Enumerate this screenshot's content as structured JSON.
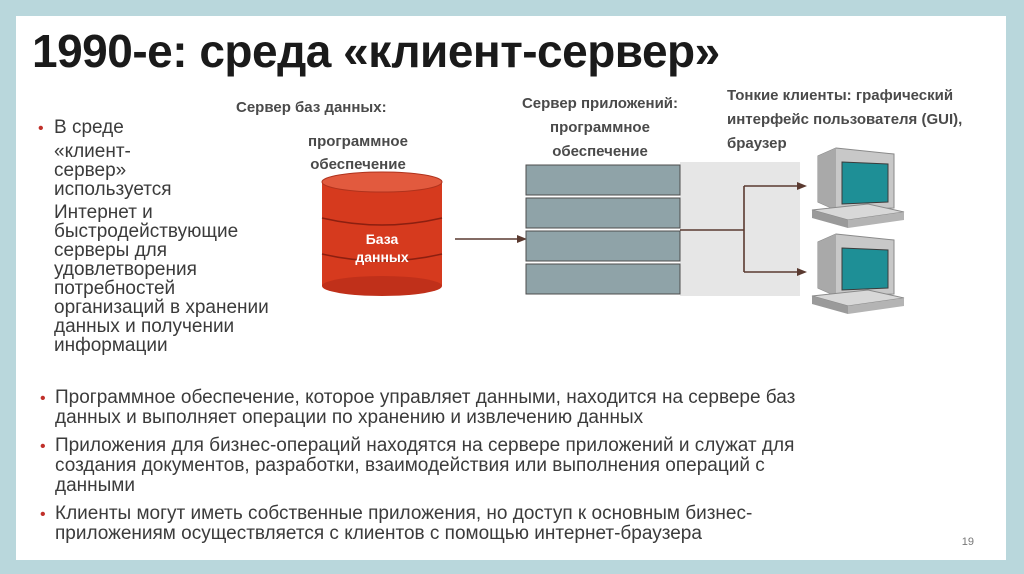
{
  "title": "1990-е: среда «клиент-сервер»",
  "labels": {
    "db_server": "Сервер баз данных:",
    "db_software_1": "программное",
    "db_software_2": "обеспечение",
    "db_cylinder_1": "База",
    "db_cylinder_2": "данных",
    "app_server_1": "Сервер приложений:",
    "app_server_2": "программное",
    "app_server_3": "обеспечение",
    "thin_clients_1": "Тонкие клиенты:  графический",
    "thin_clients_2": "интерфейс  пользователя (GUI),",
    "thin_clients_3": "браузер"
  },
  "left_bullet": {
    "lines": [
      "В среде",
      "«клиент-",
      "сервер»",
      "используется",
      "Интернет и",
      "быстродействующие",
      "серверы для",
      "удовлетворения",
      "потребностей",
      "организаций  в  хранении",
      "данных и  получении",
      "информации"
    ]
  },
  "bottom_bullets": [
    {
      "lines": [
        "Программное обеспечение, которое управляет данными, находится на сервере баз",
        "данных и выполняет операции по хранению и извлечению данных"
      ]
    },
    {
      "lines": [
        "Приложения для бизнес-операций находятся на сервере приложений и служат для",
        "создания документов, разработки, взаимодействия или выполнения  операций с",
        "данными"
      ]
    },
    {
      "lines": [
        "Клиенты могут иметь собственные приложения, но доступ к основным бизнес-",
        "приложениям осуществляется с клиентов с помощью интернет-браузера"
      ]
    }
  ],
  "page_number": "19",
  "colors": {
    "accent": "#c0302a",
    "database": "#d63a1e",
    "server_block": "#8fa3a8",
    "monitor_screen": "#1e8f96",
    "background": "#b9d7dc"
  },
  "icons": [
    "database-cylinder-icon",
    "server-rack-icon",
    "computer-monitor-icon"
  ]
}
